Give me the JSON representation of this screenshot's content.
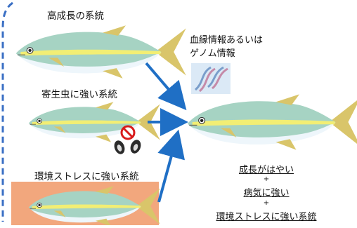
{
  "labels": {
    "high_growth": "高成長の系統",
    "parasite": "寄生虫に強い系統",
    "stress": "環境ストレスに強い系統",
    "info_line1": "血縁情報あるいは",
    "info_line2": "ゲノム情報"
  },
  "result": {
    "line1": "成長がはやい",
    "plus1": "+",
    "line2": "病気に強い",
    "plus2": "+",
    "line3": "環境ストレスに強い系統"
  },
  "colors": {
    "border": "#3a6fc4",
    "arrow": "#1f6fc5",
    "fish_back": "#a6d3c3",
    "fish_belly": "#eef6fb",
    "fish_stripe": "#f2ee74",
    "fin": "#d9c56a",
    "stress_bg": "#f2a77d",
    "dna_bg": "#dbe9f6"
  },
  "icons": [
    "dna-icon",
    "no-entry-icon",
    "parasite-icon"
  ]
}
